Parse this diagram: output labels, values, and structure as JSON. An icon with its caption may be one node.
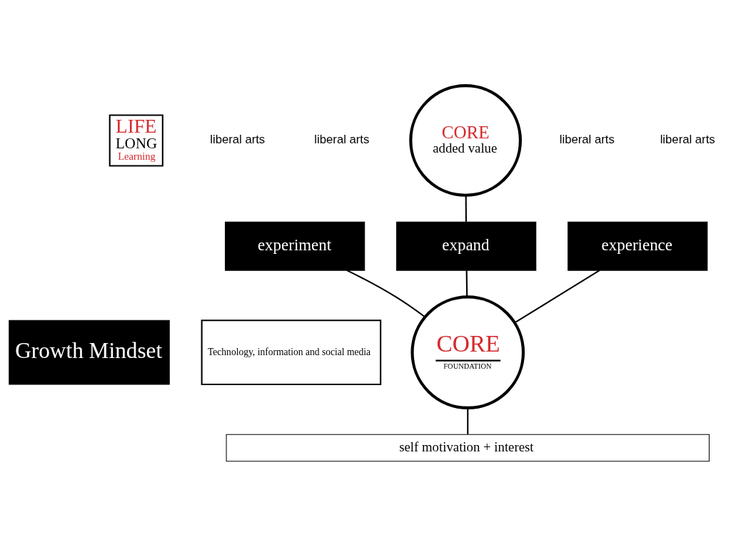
{
  "diagram": {
    "nodes": [
      {
        "text": [
          "LIFE",
          "LONG",
          "Learning"
        ]
      },
      {
        "text": [
          "Growth Mindset"
        ]
      },
      {
        "text": [
          "Technology, information and social media"
        ]
      },
      {
        "text": [
          "self motivation + interest"
        ]
      },
      {
        "text": [
          "CORE",
          "added value"
        ]
      },
      {
        "text": [
          "expand"
        ]
      },
      {
        "text": [
          "experiment"
        ]
      },
      {
        "text": [
          "experience"
        ]
      },
      {
        "text": [
          "CORE",
          "FOUNDATION"
        ]
      }
    ],
    "edges": [
      {
        "from": 4,
        "to": 5,
        "arrow": "none"
      },
      {
        "from": 5,
        "to": 8,
        "arrow": "none"
      },
      {
        "from": 6,
        "to": 8,
        "arrow": "none"
      },
      {
        "from": 7,
        "to": 8,
        "arrow": "none"
      },
      {
        "from": 8,
        "to": 3,
        "arrow": "none"
      }
    ],
    "labels": [
      "liberal arts",
      "liberal arts",
      "liberal arts",
      "liberal arts"
    ]
  }
}
